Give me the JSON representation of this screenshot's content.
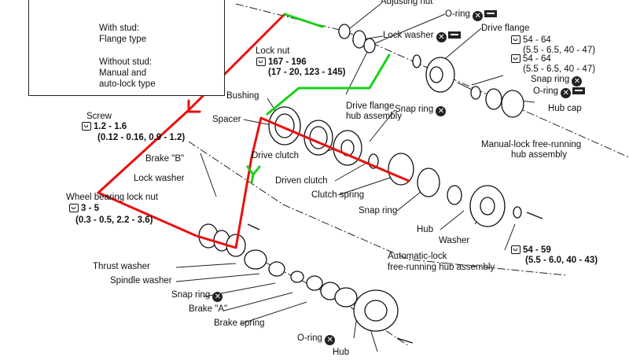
{
  "inset": {
    "with_stud": "With stud:",
    "flange_type": "Flange type",
    "without_stud": "Without stud:",
    "manual_and": "Manual and",
    "auto_lock_type": "auto-lock type"
  },
  "labels": {
    "adjusting_nut": "Adjusting nut",
    "o_ring_top": "O-ring",
    "lock_washer": "Lock washer",
    "drive_flange": "Drive flange",
    "torque_54_64_a": "54 - 64",
    "torque_range_a": "(5.5 - 6.5, 40 - 47)",
    "torque_54_64_b": "54 - 64",
    "torque_range_b": "(5.5 - 6.5, 40 - 47)",
    "snap_ring_right": "Snap ring",
    "o_ring_right": "O-ring",
    "hub_cap": "Hub cap",
    "lock_nut": "Lock nut",
    "lock_nut_torque": "167 - 196",
    "lock_nut_range": "(17 - 20, 123 - 145)",
    "bushing": "Bushing",
    "drive_flange_hub_1": "Drive flange",
    "drive_flange_hub_2": "hub assembly",
    "screw": "Screw",
    "screw_torque": "1.2 - 1.6",
    "screw_range": "(0.12 - 0.16, 0.9 - 1.2)",
    "spacer": "Spacer",
    "snap_ring_center": "Snap ring",
    "brake_b": "Brake \"B\"",
    "drive_clutch": "Drive clutch",
    "manual_lock_1": "Manual-lock free-running",
    "manual_lock_2": "hub assembly",
    "lock_washer_left": "Lock washer",
    "driven_clutch": "Driven clutch",
    "clutch_spring": "Clutch spring",
    "wheel_bearing_lock_nut": "Wheel bearing lock nut",
    "wb_torque": "3 - 5",
    "wb_range": "(0.3 - 0.5, 2.2 - 3.6)",
    "snap_ring_mid": "Snap ring",
    "hub_right": "Hub",
    "washer": "Washer",
    "torque_54_59": "54 - 59",
    "torque_range_c": "(5.5 - 6.0, 40 - 43)",
    "thrust_washer": "Thrust washer",
    "automatic_lock_1": "Automatic-lock",
    "automatic_lock_2": "free-running hub assembly",
    "spindle_washer": "Spindle washer",
    "snap_ring_left": "Snap ring",
    "brake_a": "Brake \"A\"",
    "brake_spring": "Brake spring",
    "o_ring_bottom": "O-ring",
    "hub_bottom": "Hub"
  },
  "icons": {
    "torque": "torque-wrench-icon",
    "replace": "replace-x-icon",
    "sealant": "sealant-icon"
  },
  "colors": {
    "red_path": "#e81010",
    "green_path": "#18d018",
    "line": "#111111"
  }
}
